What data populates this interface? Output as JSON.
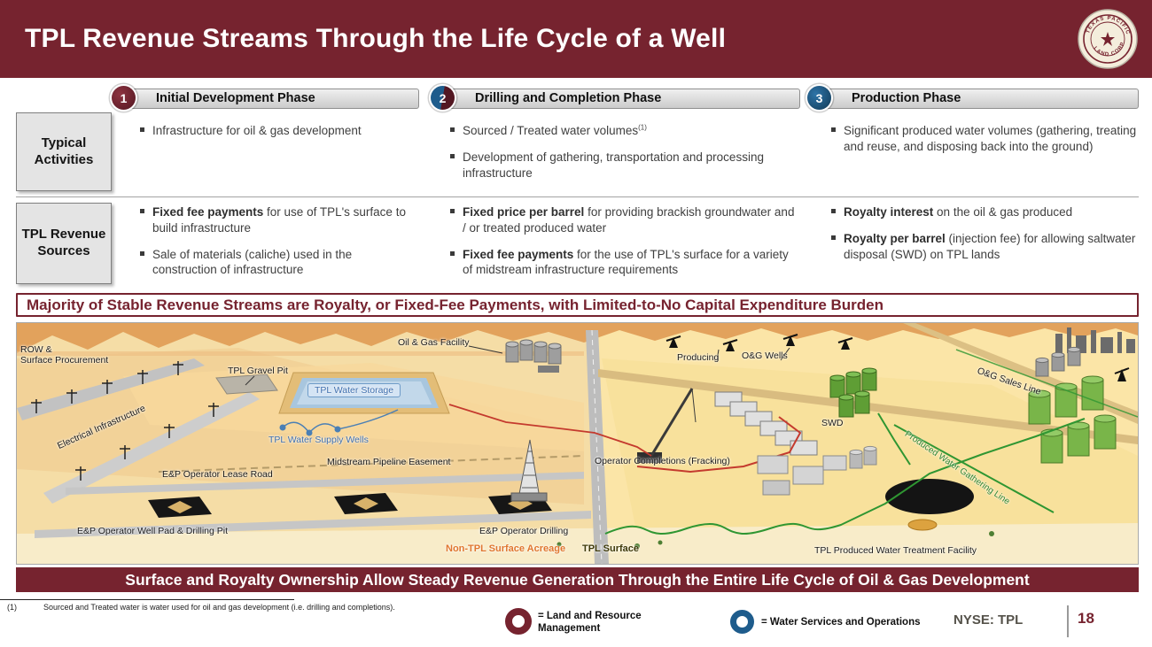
{
  "colors": {
    "maroon": "#76232F",
    "blue": "#1E5C8C"
  },
  "header": {
    "title": "TPL Revenue Streams Through the Life Cycle of a Well",
    "logo_arc_top": "TEXAS PACIFIC",
    "logo_arc_bottom": "LAND CORP"
  },
  "phases": [
    {
      "number": "1",
      "title": "Initial Development Phase"
    },
    {
      "number": "2",
      "title": "Drilling and Completion Phase"
    },
    {
      "number": "3",
      "title": "Production Phase"
    }
  ],
  "row_labels": {
    "activities": "Typical Activities",
    "revenue": "TPL Revenue Sources"
  },
  "activities": {
    "phase1": [
      {
        "bold": "",
        "text": "Infrastructure for oil & gas development",
        "sup": ""
      }
    ],
    "phase2": [
      {
        "bold": "",
        "text": "Sourced / Treated water volumes",
        "sup": "(1)"
      },
      {
        "bold": "",
        "text": "Development of gathering, transportation and processing infrastructure",
        "sup": ""
      }
    ],
    "phase3": [
      {
        "bold": "",
        "text": "Significant produced water volumes (gathering, treating and reuse, and disposing back into the ground)",
        "sup": ""
      }
    ]
  },
  "revenue": {
    "phase1": [
      {
        "bold": "Fixed fee payments",
        "text": " for use of TPL's surface to build infrastructure",
        "sup": ""
      },
      {
        "bold": "",
        "text": "Sale of materials (caliche) used in the construction of infrastructure",
        "sup": ""
      }
    ],
    "phase2": [
      {
        "bold": "Fixed price per barrel",
        "text": " for providing brackish groundwater and / or treated produced water",
        "sup": ""
      },
      {
        "bold": "Fixed fee payments",
        "text": " for the use of TPL's surface for a variety of midstream infrastructure requirements",
        "sup": ""
      }
    ],
    "phase3": [
      {
        "bold": "Royalty interest",
        "text": " on the oil & gas produced",
        "sup": ""
      },
      {
        "bold": "Royalty per barrel",
        "text": " (injection fee) for allowing saltwater disposal (SWD) on TPL lands",
        "sup": ""
      }
    ]
  },
  "banners": {
    "middle": "Majority of Stable Revenue Streams are Royalty, or Fixed-Fee Payments, with Limited-to-No Capital Expenditure Burden",
    "bottom": "Surface and Royalty Ownership Allow Steady Revenue Generation Through the Entire Life Cycle of Oil & Gas Development"
  },
  "illustration": {
    "labels": {
      "oil_gas_facility": "Oil & Gas Facility",
      "row_line1": "ROW &",
      "row_line2": "Surface Procurement",
      "tpl_gravel_pit": "TPL Gravel Pit",
      "tpl_water_storage": "TPL Water Storage",
      "electrical_infrastructure": "Electrical Infrastructure",
      "tpl_water_supply_wells": "TPL Water Supply Wells",
      "midstream_pipeline_easement": "Midstream Pipeline Easement",
      "ep_operator_lease_road": "E&P Operator Lease Road",
      "ep_operator_well_pad": "E&P Operator Well Pad & Drilling Pit",
      "ep_operator_drilling": "E&P Operator Drilling",
      "operator_completions": "Operator Completions (Fracking)",
      "producing": "Producing",
      "og_wells": "O&G Wells",
      "swd": "SWD",
      "og_sales_line": "O&G Sales Line",
      "produced_water_gathering_line": "Produced Water Gathering Line",
      "non_tpl_surface": "Non-TPL Surface Acreage",
      "tpl_surface": "TPL Surface",
      "tpl_produced_water_treatment": "TPL Produced Water Treatment Facility"
    }
  },
  "footer": {
    "footnote_marker": "(1)",
    "footnote_text": "Sourced and Treated water is water used for oil and gas development (i.e. drilling and completions).",
    "legend": [
      {
        "label": "= Land and Resource Management",
        "color": "#76232F"
      },
      {
        "label": "= Water Services and Operations",
        "color": "#1E5C8C"
      }
    ],
    "ticker": "NYSE: TPL",
    "page_number": "18"
  }
}
